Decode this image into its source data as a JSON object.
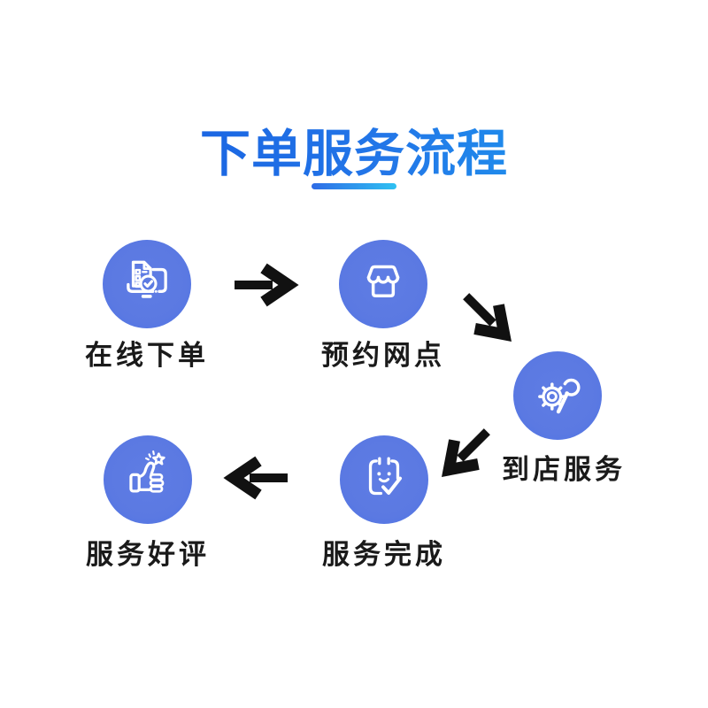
{
  "title": {
    "text": "下单服务流程",
    "gradient_start": "#1355DD",
    "gradient_end": "#18A9F1",
    "underline_start": "#2E6BE6",
    "underline_end": "#2FC1F2"
  },
  "colors": {
    "background": "#FFFFFF",
    "circle_fill": "#5C7BE2",
    "circle_rim": "#49A0F2",
    "icon_stroke": "#FFFFFF",
    "arrow": "#111111",
    "label_text": "#1A1A1A"
  },
  "steps": [
    {
      "id": 1,
      "label": "在线下单",
      "icon": "monitor-checklist-icon"
    },
    {
      "id": 2,
      "label": "预约网点",
      "icon": "storefront-icon"
    },
    {
      "id": 3,
      "label": "到店服务",
      "icon": "gear-wrench-icon"
    },
    {
      "id": 4,
      "label": "服务完成",
      "icon": "clipboard-smile-check-icon"
    },
    {
      "id": 5,
      "label": "服务好评",
      "icon": "thumbs-up-star-icon"
    }
  ],
  "arrows": [
    {
      "from": 1,
      "to": 2,
      "direction": "right"
    },
    {
      "from": 2,
      "to": 3,
      "direction": "down-right"
    },
    {
      "from": 3,
      "to": 4,
      "direction": "down-left"
    },
    {
      "from": 4,
      "to": 5,
      "direction": "left"
    }
  ]
}
